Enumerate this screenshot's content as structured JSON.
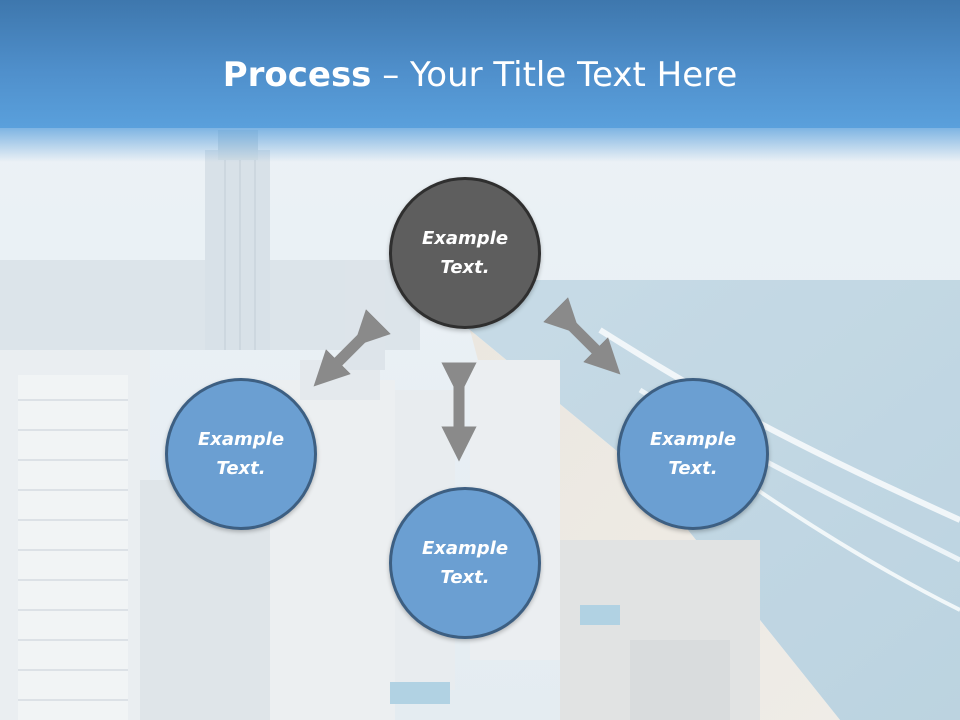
{
  "title": {
    "bold": "Process",
    "rest": " – Your Title Text Here"
  },
  "diagram": {
    "nodes": [
      {
        "text": "Example Text."
      },
      {
        "text": "Example Text."
      },
      {
        "text": "Example Text."
      },
      {
        "text": "Example Text."
      }
    ]
  },
  "colors": {
    "banner": "#4f8fcb",
    "node_dark": "#5e5e5e",
    "node_blue": "#6b9fd2",
    "arrow": "#8a8a8a"
  }
}
